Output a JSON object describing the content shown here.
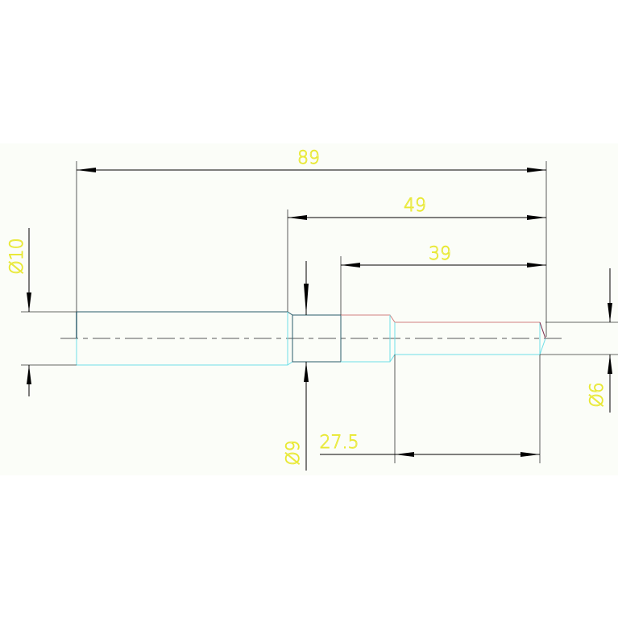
{
  "colors": {
    "page_background": "#ffffff",
    "drawing_background": "#fbfdf8",
    "dimension_text": "#e8e830",
    "dimension_line": "#000000",
    "shaft_outline": "#6fe0e8",
    "shaft_dark_edge": "#2a5a6a",
    "chamfer_edge": "#d08080",
    "center_line": "#222222"
  },
  "dimensions": {
    "overall_length": "89",
    "length_from_groove": "49",
    "length_from_step": "39",
    "small_section_length": "27.5",
    "diameter_large": "Ø10",
    "diameter_middle": "Ø9",
    "diameter_small": "Ø6"
  }
}
